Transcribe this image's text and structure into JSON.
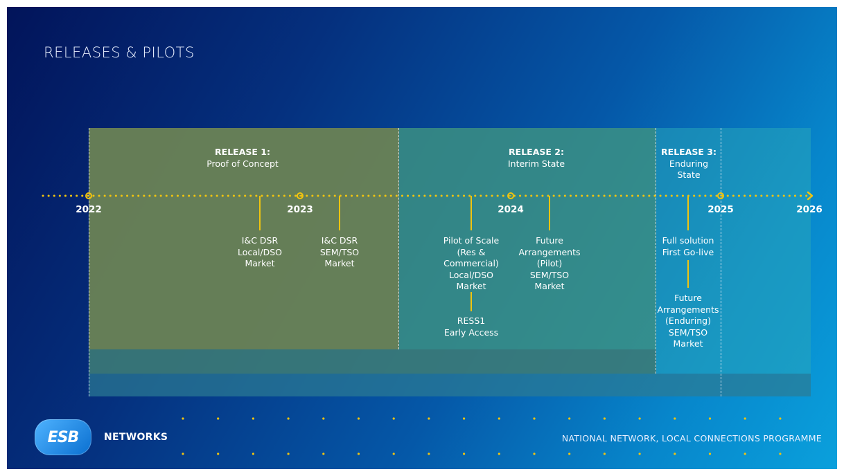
{
  "slide": {
    "title": "RELEASES & PILOTS",
    "footer": "NATIONAL NETWORK, LOCAL CONNECTIONS PROGRAMME",
    "logo": {
      "mark": "ESB",
      "brand": "NETWORKS"
    }
  },
  "timeline": {
    "years": [
      "2022",
      "2023",
      "2024",
      "2025",
      "2026"
    ],
    "releases": [
      {
        "name": "RELEASE 1:",
        "subtitle": "Proof of Concept"
      },
      {
        "name": "RELEASE 2:",
        "subtitle": "Interim State"
      },
      {
        "name": "RELEASE 3:",
        "subtitle": "Enduring State",
        "subtitle_lines": [
          "Enduring",
          "State"
        ]
      }
    ],
    "milestones": [
      {
        "lines": [
          "I&C DSR",
          "Local/DSO",
          "Market"
        ]
      },
      {
        "lines": [
          "I&C DSR",
          "SEM/TSO",
          "Market"
        ]
      },
      {
        "lines": [
          "Pilot of Scale",
          "(Res &",
          "Commercial)",
          "Local/DSO",
          "Market"
        ]
      },
      {
        "lines": [
          "RESS1",
          "Early Access"
        ]
      },
      {
        "lines": [
          "Future",
          "Arrangements",
          "(Pilot)",
          "SEM/TSO",
          "Market"
        ]
      },
      {
        "lines": [
          "Full solution",
          "First Go-live"
        ]
      },
      {
        "lines": [
          "Future",
          "Arrangements",
          "(Enduring)",
          "SEM/TSO",
          "Market"
        ]
      }
    ]
  },
  "colors": {
    "accent": "#f1c40f",
    "release1_band": "#6b7a45",
    "release2_band": "#3b8a7a",
    "release3_band": "#2aa0b5"
  }
}
